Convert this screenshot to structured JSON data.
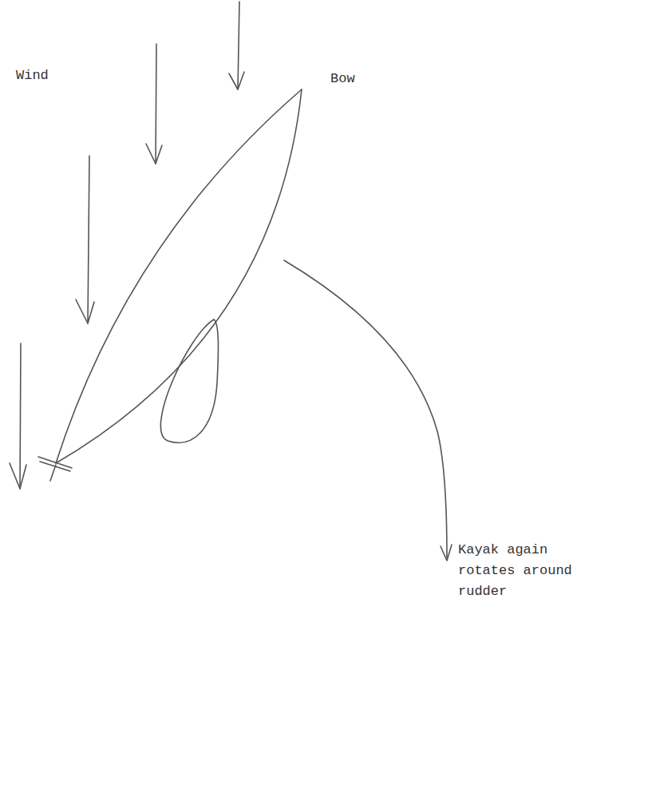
{
  "diagram": {
    "labels": [
      "Wind",
      "Bow",
      "Kayak again rotates around rudder"
    ]
  }
}
